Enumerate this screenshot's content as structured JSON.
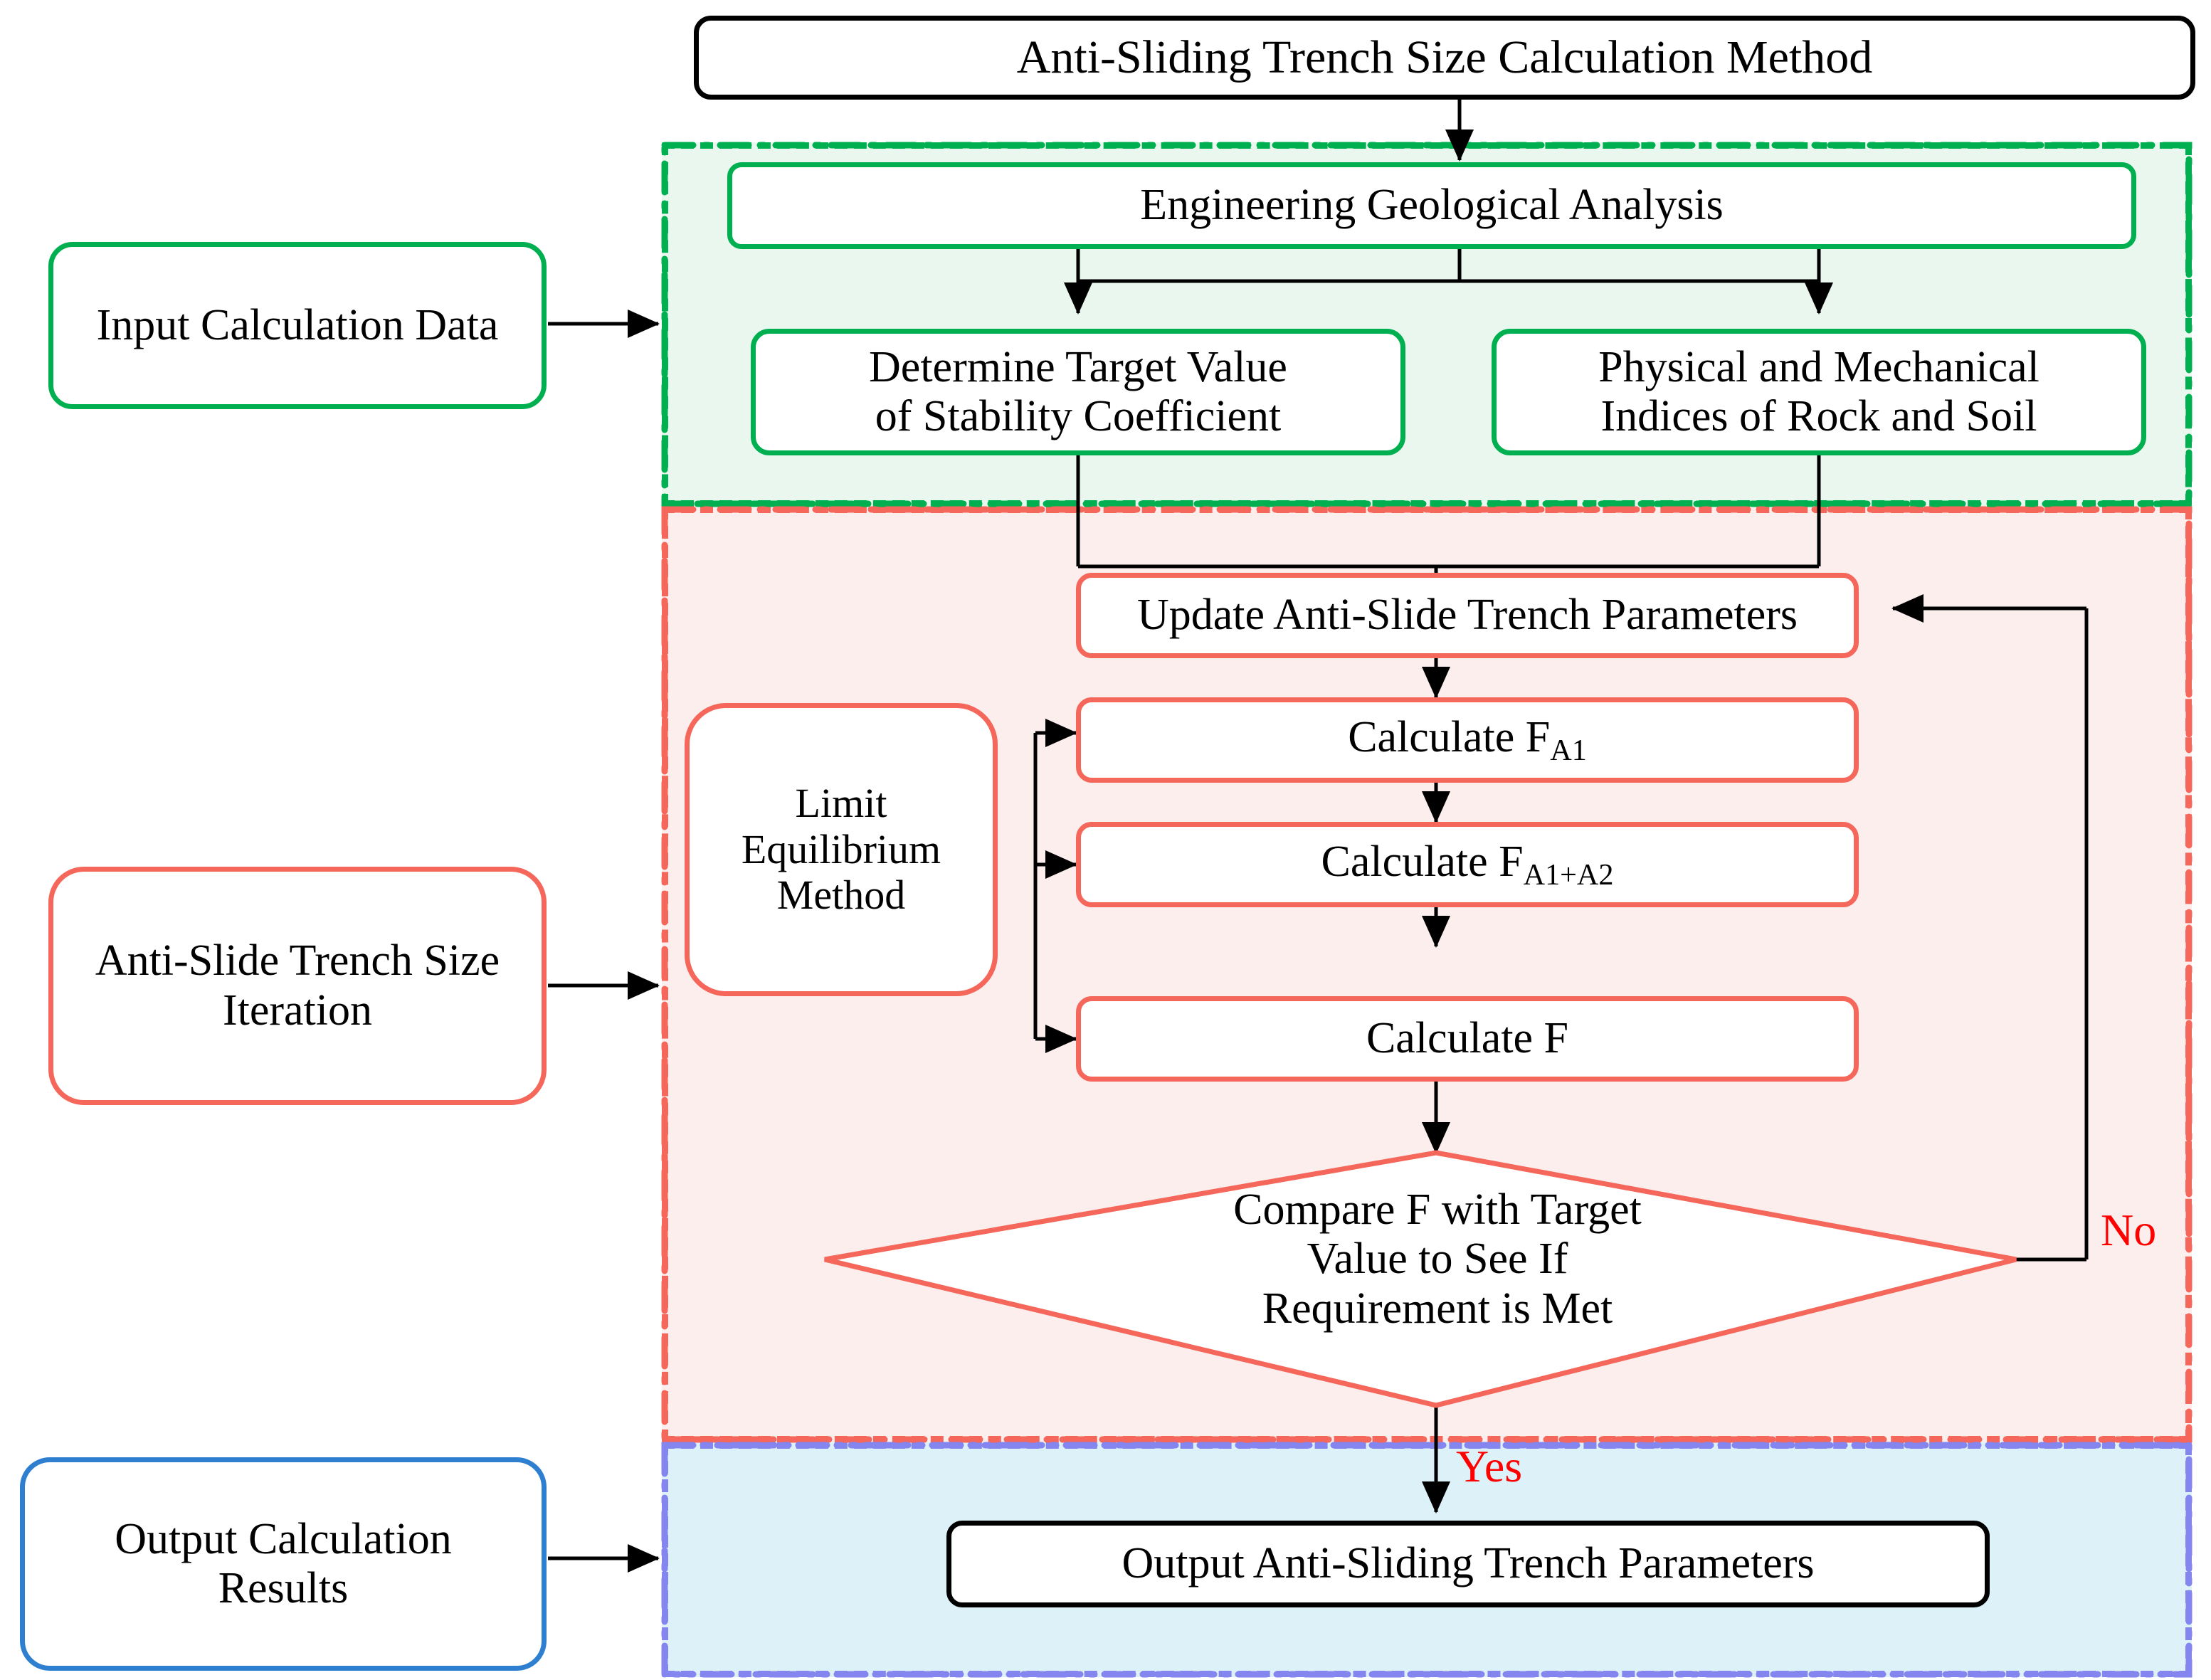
{
  "title": {
    "text": "Anti-Sliding Trench Size Calculation Method"
  },
  "stages": [
    {
      "id": "input",
      "label": "Input Calculation Data",
      "accent": "#00b050"
    },
    {
      "id": "iterate",
      "label": "Anti-Slide Trench Size Iteration",
      "accent": "#f4675a"
    },
    {
      "id": "output",
      "label": "Output Calculation Results",
      "accent": "#2e7fd0"
    }
  ],
  "panels": {
    "green": {
      "fill": "#eaf7ef",
      "stroke": "#00b050",
      "style": "dash-dot"
    },
    "red": {
      "fill": "#fdeeee",
      "stroke": "#f4675a",
      "style": "dash-dot"
    },
    "blue": {
      "fill": "#ddf1f9",
      "stroke": "#8585f0",
      "style": "dash-dot-dot"
    }
  },
  "green_section": {
    "analysis": "Engineering Geological Analysis",
    "target_value_l1": "Determine Target Value",
    "target_value_l2": "of Stability Coefficient",
    "indices_l1": "Physical and Mechanical",
    "indices_l2": "Indices of Rock and Soil"
  },
  "red_section": {
    "update": "Update Anti-Slide Trench Parameters",
    "limit_l1": "Limit",
    "limit_l2": "Equilibrium",
    "limit_l3": "Method",
    "calc_fa1_pre": "Calculate F",
    "calc_fa1_sub": "A1",
    "calc_fa1a2_pre": "Calculate F",
    "calc_fa1a2_sub": "A1+A2",
    "calc_f": "Calculate F",
    "decision_l1": "Compare F with Target",
    "decision_l2": "Value to See If",
    "decision_l3": "Requirement is Met",
    "branch_no": "No",
    "branch_yes": "Yes"
  },
  "blue_section": {
    "output": "Output Anti-Sliding Trench Parameters"
  }
}
